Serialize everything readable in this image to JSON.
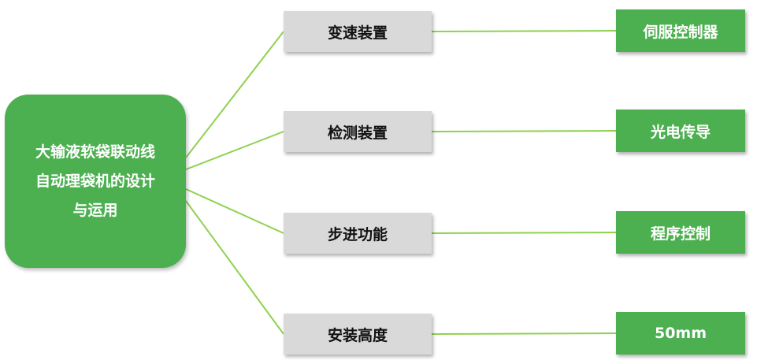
{
  "root": {
    "label": "大输液软袋联动线自动理袋机的设计与运用"
  },
  "branches": [
    {
      "item": "变速装置",
      "detail": "伺服控制器"
    },
    {
      "item": "检测装置",
      "detail": "光电传导"
    },
    {
      "item": "步进功能",
      "detail": "程序控制"
    },
    {
      "item": "安装高度",
      "detail": "50mm"
    }
  ],
  "colors": {
    "root_fill": "#4caf50",
    "detail_fill": "#4caf50",
    "item_fill": "#d9d9d9",
    "connector": "#8fd14f"
  }
}
